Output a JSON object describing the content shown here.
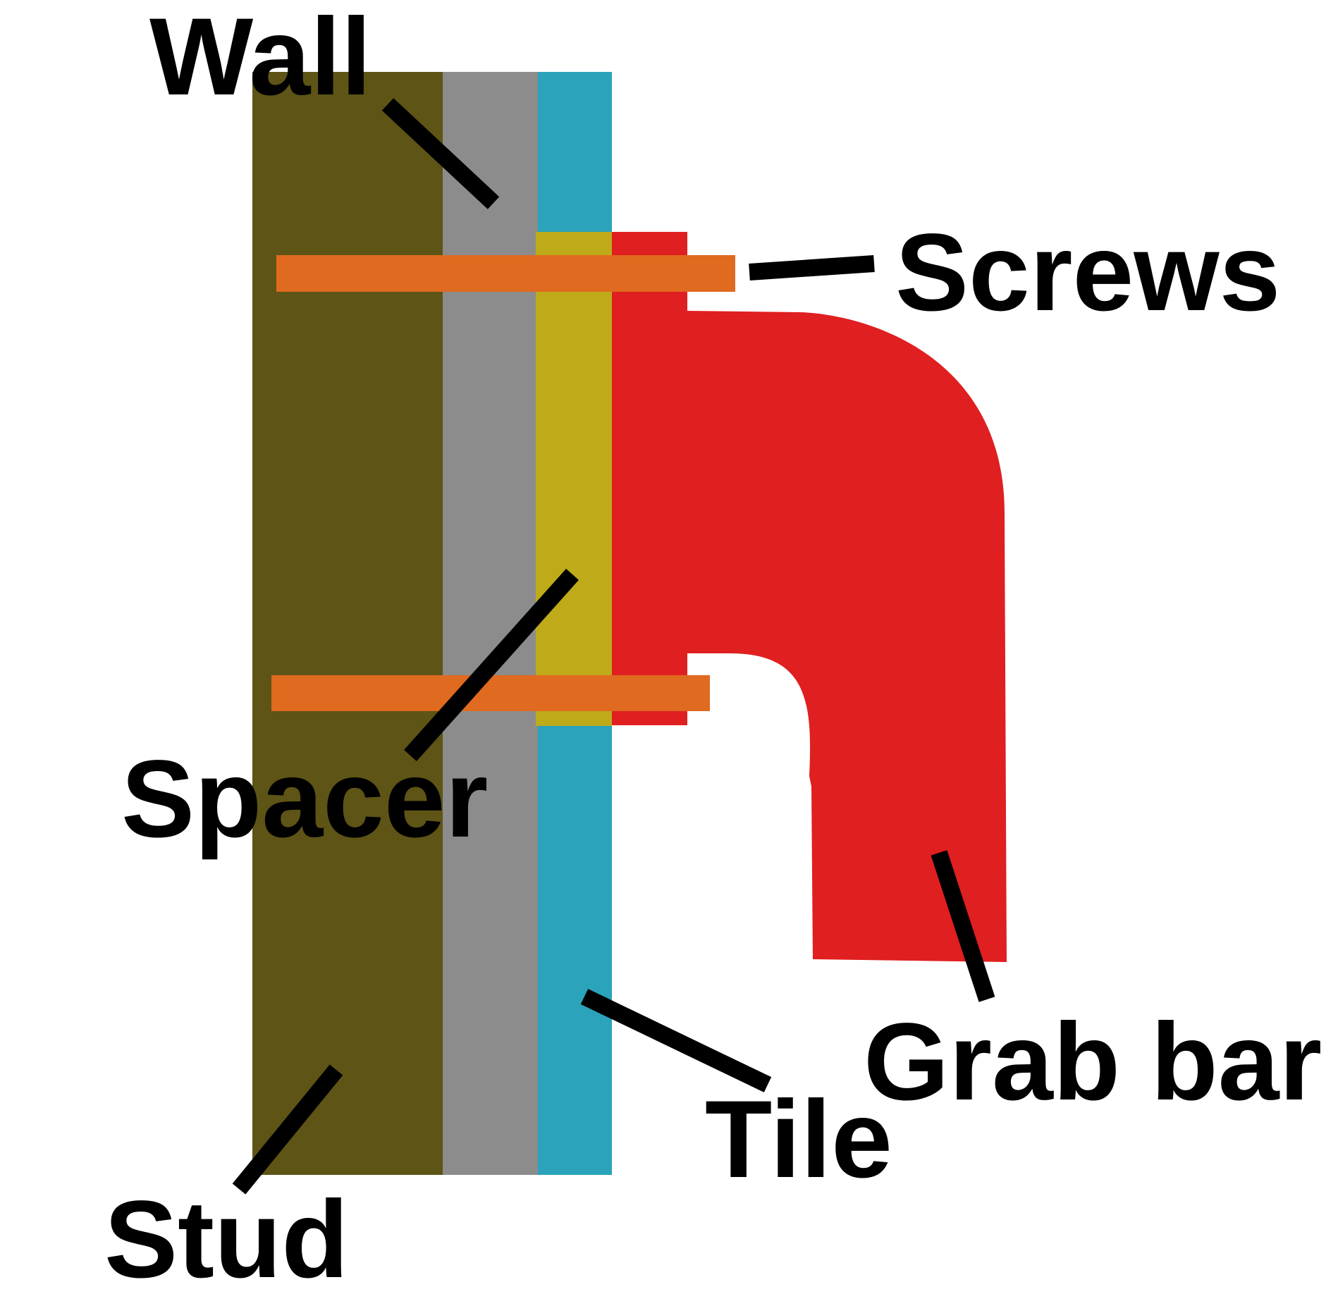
{
  "labels": {
    "wall": "Wall",
    "screws": "Screws",
    "spacer": "Spacer",
    "grab_bar": "Grab bar",
    "tile": "Tile",
    "stud": "Stud"
  },
  "colors": {
    "stud": "#5d5416",
    "wall": "#8c8c8c",
    "tile": "#2aa3bb",
    "spacer": "#bfaa1a",
    "grab_bar": "#e01f20",
    "screws": "#e06a20",
    "leader_line": "#000000",
    "text": "#000000",
    "background": "#ffffff"
  }
}
